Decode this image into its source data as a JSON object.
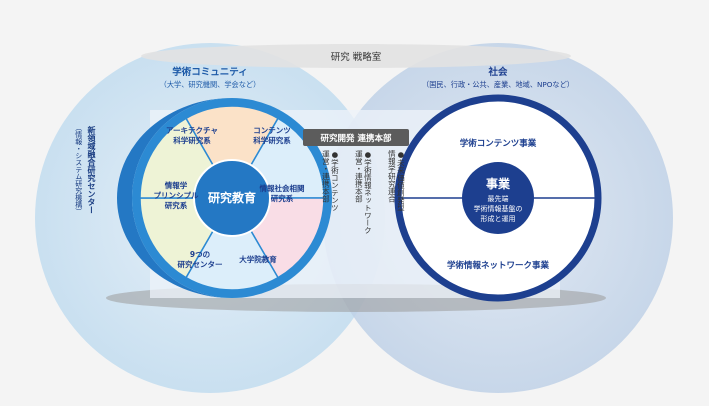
{
  "top_band": {
    "label": "研究 戦略室"
  },
  "left_circle": {
    "title": "学術コミュニティ",
    "subtitle": "（大学、研究機関、学会など）"
  },
  "right_circle": {
    "title": "社会",
    "subtitle": "（国民、行政・公共、産業、地域、NPOなど）"
  },
  "pie": {
    "center": "研究教育",
    "segments": [
      {
        "l1": "アーキテクチャ",
        "l2": "科学研究系"
      },
      {
        "l1": "コンテンツ",
        "l2": "科学研究系"
      },
      {
        "l1": "情報社会相関",
        "l2": "研究系"
      },
      {
        "l1": "大学院教育",
        "l2": ""
      },
      {
        "l1": "9つの",
        "l2": "研究センター"
      },
      {
        "l1": "情報学",
        "l2": "プリンシプル",
        "l3": "研究系"
      }
    ]
  },
  "left_crescent": {
    "main": "新領域融合研究センター",
    "sub": "（情報・システム研究機構）"
  },
  "middle": {
    "header": "研究開発 連携本部",
    "col1": {
      "bullet": "●",
      "text": "未来価値創発型",
      "text2": "情報学研究連合"
    },
    "col2": {
      "bullet": "●",
      "text": "学術情報ネットワーク",
      "text2": "運営・連携本部"
    },
    "col3": {
      "bullet": "●",
      "text": "学術コンテンツ",
      "text2": "運営・連携本部"
    }
  },
  "business": {
    "top": "学術コンテンツ事業",
    "center_title": "事業",
    "center_l1": "最先端",
    "center_l2": "学術情報基盤の",
    "center_l3": "形成と運用",
    "bottom": "学術情報ネットワーク事業"
  },
  "colors": {
    "left_circle": "#cfe3f1",
    "right_circle": "#c9d8ea",
    "dark_blue": "#1d3f8f",
    "mid_blue": "#2a7cc7",
    "seg_orange": "#fbe2c8",
    "seg_blue": "#dceefa",
    "seg_pink": "#f9dde6",
    "seg_green": "#eef3d6"
  }
}
